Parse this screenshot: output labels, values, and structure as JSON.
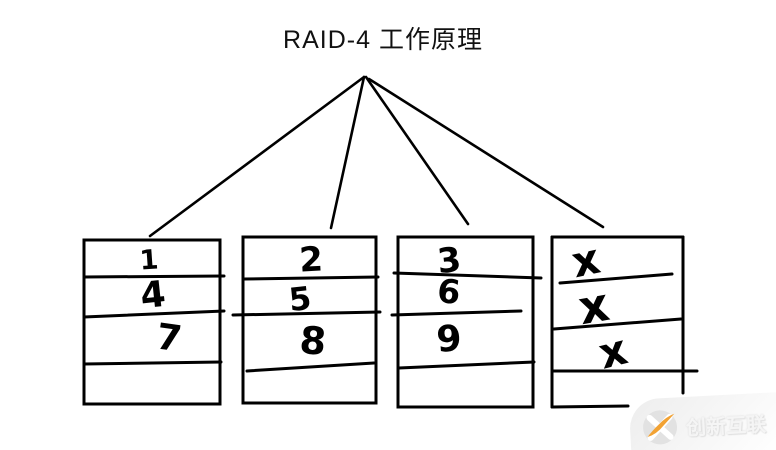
{
  "title": "RAID-4 工作原理",
  "disks": [
    {
      "cells": [
        "1",
        "4",
        "7"
      ]
    },
    {
      "cells": [
        "2",
        "5",
        "8"
      ]
    },
    {
      "cells": [
        "3",
        "6",
        "9"
      ]
    },
    {
      "cells": [
        "x",
        "x",
        "x"
      ]
    }
  ],
  "watermark": {
    "text": "创新互联",
    "accent_color": "#f2a233",
    "logo": "x-swoosh-logo",
    "circle_color": "#e2e2e2"
  },
  "colors": {
    "ink": "#000000",
    "background": "#ffffff"
  }
}
